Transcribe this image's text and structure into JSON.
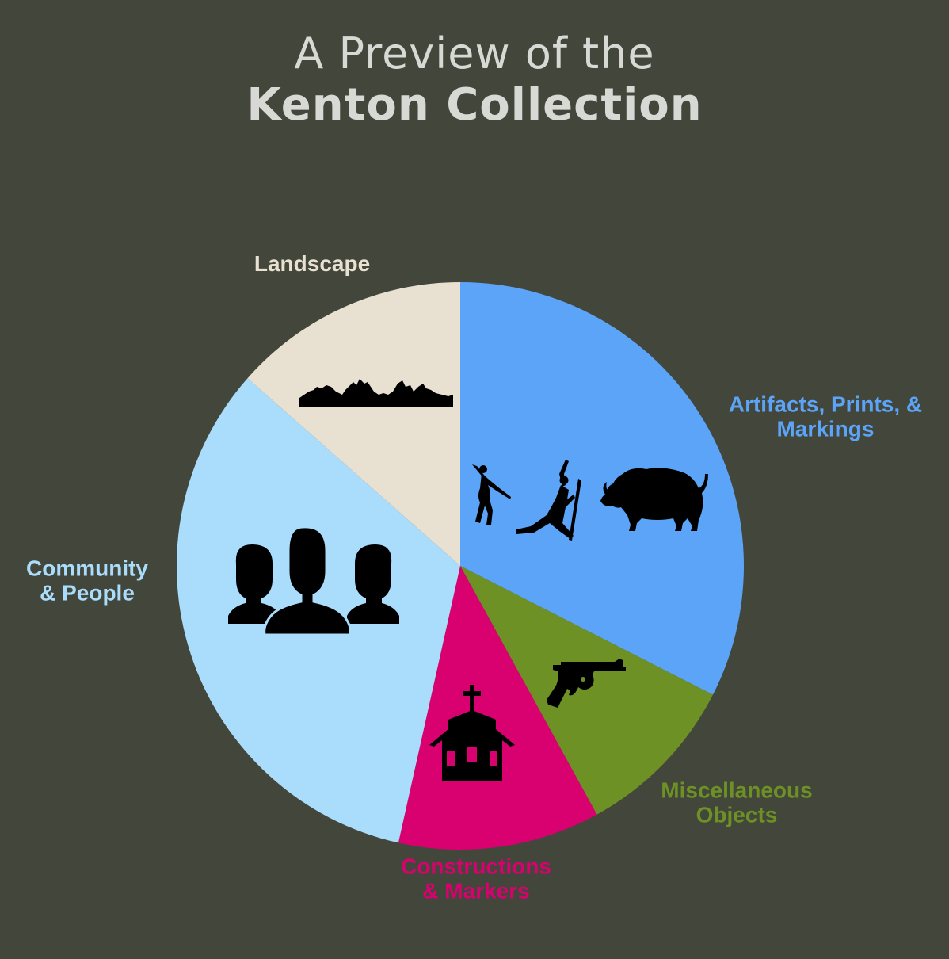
{
  "header": {
    "title_line_1": "A Preview of the",
    "title_line_2": "Kenton Collection"
  },
  "chart_data": {
    "type": "pie",
    "title": "A Preview of the Kenton Collection",
    "start_angle_deg": 0,
    "direction": "clockwise",
    "slices": [
      {
        "label_lines": [
          "Artifacts, Prints, &",
          "Markings"
        ],
        "value": 32.5,
        "color": "#5ca4f8",
        "label_color": "#5ca4f8",
        "icon": "cave-painting-figures-icon"
      },
      {
        "label_lines": [
          "Miscellaneous",
          "Objects"
        ],
        "value": 9.5,
        "color": "#6d9125",
        "label_color": "#6d9125",
        "icon": "revolver-icon"
      },
      {
        "label_lines": [
          "Constructions",
          "& Markers"
        ],
        "value": 11.5,
        "color": "#d90070",
        "label_color": "#d90070",
        "icon": "church-icon"
      },
      {
        "label_lines": [
          "Community",
          "& People"
        ],
        "value": 33.0,
        "color": "#aadcfc",
        "label_color": "#aadcfc",
        "icon": "people-group-icon"
      },
      {
        "label_lines": [
          "Landscape"
        ],
        "value": 13.5,
        "color": "#e8e0d0",
        "label_color": "#e8e0d0",
        "icon": "mountain-range-icon"
      }
    ]
  }
}
